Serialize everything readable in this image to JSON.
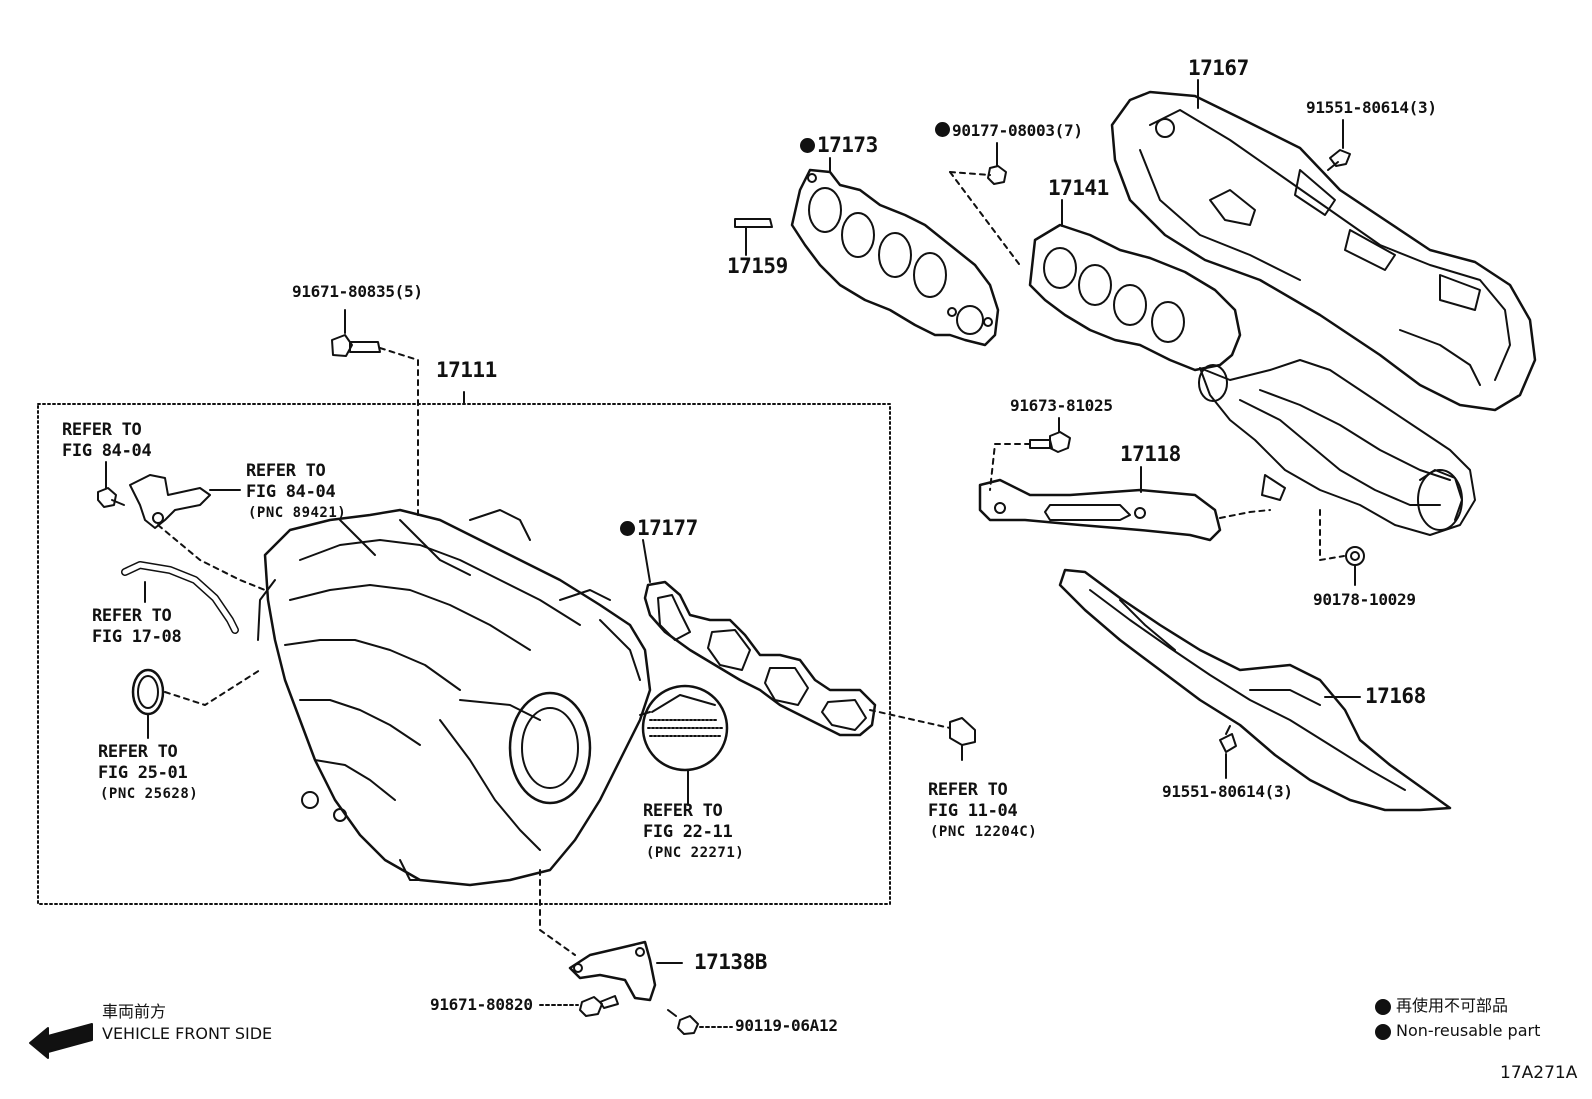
{
  "parts": {
    "p17167": "17167",
    "p91551_top": "91551-80614(3)",
    "p17173": "17173",
    "p90177": "90177-08003(7)",
    "p17141": "17141",
    "p17159": "17159",
    "p91671_835": "91671-80835(5)",
    "p17111": "17111",
    "p91673": "91673-81025",
    "p17118": "17118",
    "p17177": "17177",
    "p90178": "90178-10029",
    "p17168": "17168",
    "p91551_bot": "91551-80614(3)",
    "p17138B": "17138B",
    "p91671_820": "91671-80820",
    "p90119": "90119-06A12"
  },
  "refs": {
    "r1_a": "REFER TO",
    "r1_b": "FIG 84-04",
    "r2_a": "REFER TO",
    "r2_b": "FIG 84-04",
    "r2_c": "(PNC 89421)",
    "r3_a": "REFER TO",
    "r3_b": "FIG 17-08",
    "r4_a": "REFER TO",
    "r4_b": "FIG 25-01",
    "r4_c": "(PNC 25628)",
    "r5_a": "REFER TO",
    "r5_b": "FIG 22-11",
    "r5_c": "(PNC 22271)",
    "r6_a": "REFER TO",
    "r6_b": "FIG 11-04",
    "r6_c": "(PNC 12204C)"
  },
  "legend": {
    "jp": "再使用不可部品",
    "en": "Non-reusable part"
  },
  "front": {
    "jp": "車両前方",
    "en": "VEHICLE FRONT SIDE"
  },
  "diagram_code": "17A271A",
  "colors": {
    "ink": "#111111",
    "paper": "#ffffff"
  }
}
